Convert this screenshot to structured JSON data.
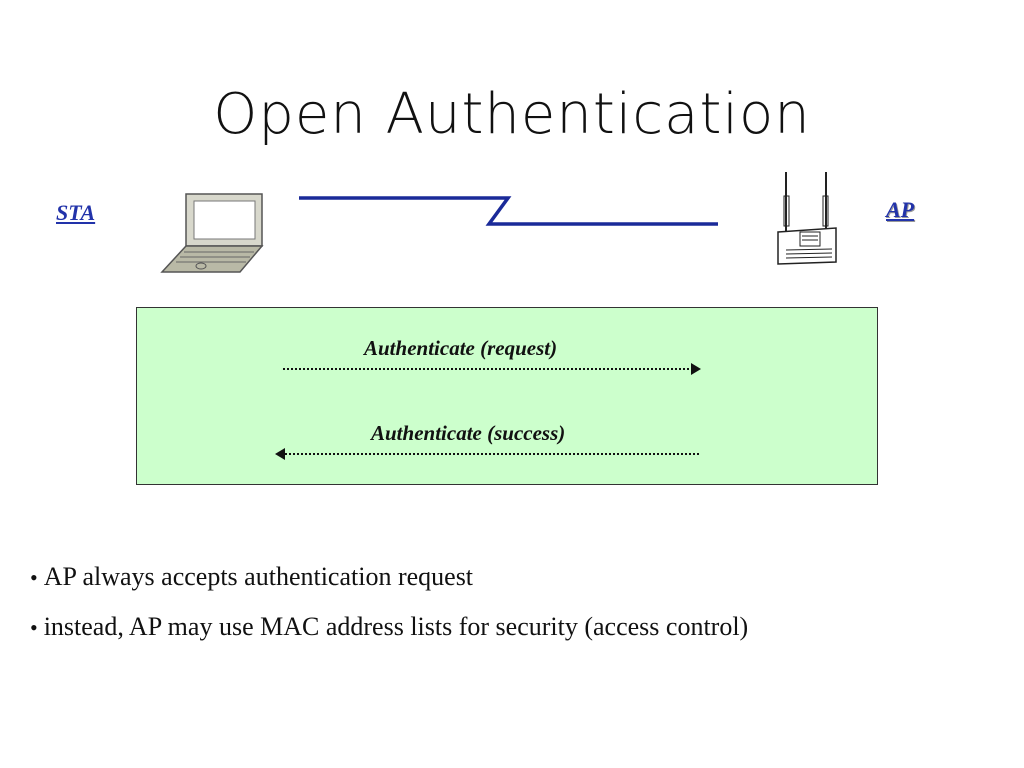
{
  "title": "Open Authentication",
  "nodes": {
    "station": "STA",
    "access_point": "AP"
  },
  "messages": [
    {
      "label": "Authenticate (request)",
      "direction": "STA to AP"
    },
    {
      "label": "Authenticate (success)",
      "direction": "AP to STA"
    }
  ],
  "bullets": [
    "AP always accepts authentication request",
    "instead, AP may use MAC address lists for security (access control)"
  ],
  "colors": {
    "box_fill": "#ccffcc",
    "link": "#1a2a99",
    "label": "#2233aa"
  },
  "icons": [
    "laptop-icon",
    "access-point-icon",
    "wireless-link-icon"
  ]
}
